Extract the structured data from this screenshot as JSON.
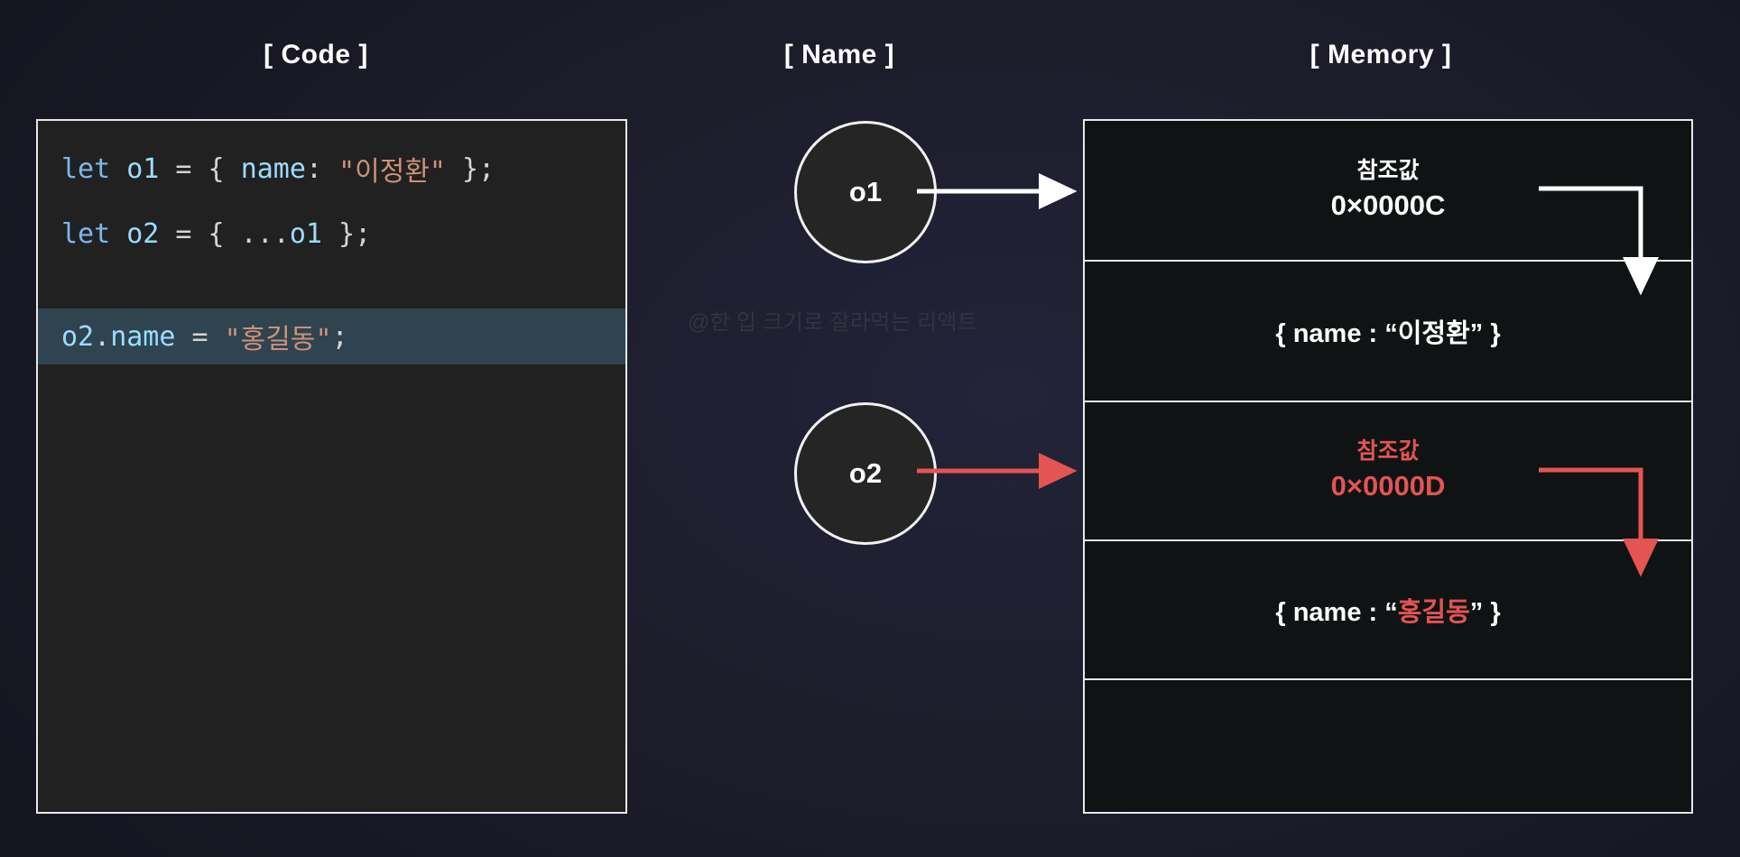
{
  "columns": {
    "code_title": "[ Code ]",
    "name_title": "[ Name ]",
    "memory_title": "[ Memory ]"
  },
  "code": {
    "lines": [
      {
        "id": "line-declare-o1",
        "highlighted": false,
        "tokens": [
          {
            "t": "let",
            "c": "kw"
          },
          {
            "t": " ",
            "c": "punc"
          },
          {
            "t": "o1",
            "c": "var"
          },
          {
            "t": " = { ",
            "c": "punc"
          },
          {
            "t": "name",
            "c": "prop"
          },
          {
            "t": ": ",
            "c": "punc"
          },
          {
            "t": "\"이정환\"",
            "c": "str"
          },
          {
            "t": " };",
            "c": "punc"
          }
        ],
        "plain": "let o1 = { name: \"이정환\" };"
      },
      {
        "id": "line-declare-o2",
        "highlighted": false,
        "tokens": [
          {
            "t": "let",
            "c": "kw"
          },
          {
            "t": " ",
            "c": "punc"
          },
          {
            "t": "o2",
            "c": "var"
          },
          {
            "t": " = { ...",
            "c": "punc"
          },
          {
            "t": "o1",
            "c": "var"
          },
          {
            "t": " };",
            "c": "punc"
          }
        ],
        "plain": "let o2 = { ...o1 };"
      },
      {
        "id": "line-assign-o2-name",
        "highlighted": true,
        "tokens": [
          {
            "t": "o2",
            "c": "var"
          },
          {
            "t": ".",
            "c": "punc"
          },
          {
            "t": "name",
            "c": "prop"
          },
          {
            "t": " = ",
            "c": "punc"
          },
          {
            "t": "\"홍길동\"",
            "c": "str"
          },
          {
            "t": ";",
            "c": "punc"
          }
        ],
        "plain": "o2.name = \"홍길동\";"
      }
    ]
  },
  "names": {
    "o1_label": "o1",
    "o2_label": "o2"
  },
  "watermark": "@한 입 크기로 잘라먹는 리액트",
  "memory": {
    "rows": [
      {
        "id": "mem-ref-o1",
        "label": "참조값",
        "address": "0×0000C",
        "object": "",
        "accent": false
      },
      {
        "id": "mem-obj-o1",
        "label": "",
        "address": "",
        "object_prefix": "{ name : “",
        "object_value": "이정환",
        "object_suffix": "” }",
        "accent": false
      },
      {
        "id": "mem-ref-o2",
        "label": "참조값",
        "address": "0×0000D",
        "object": "",
        "accent": true
      },
      {
        "id": "mem-obj-o2",
        "label": "",
        "address": "",
        "object_prefix": "{ name : “",
        "object_value": "홍길동",
        "object_suffix": "” }",
        "accent": true
      },
      {
        "id": "mem-empty",
        "label": "",
        "address": "",
        "object": "",
        "accent": false
      }
    ]
  },
  "colors": {
    "background": "#1d1d2c",
    "panel_border": "#e8e8ea",
    "code_background": "#212121",
    "code_highlight": "#2f4450",
    "accent_red": "#e35452",
    "white_arrow": "#ffffff",
    "keyword_blue": "#7cb7f0",
    "property_blue": "#9cdcfe",
    "string_peach": "#ce9178",
    "watermark_gray": "#33333f"
  },
  "arrows": [
    {
      "id": "arrow-o1-to-memory",
      "color": "#ffffff",
      "kind": "straight-right"
    },
    {
      "id": "arrow-o2-to-memory",
      "color": "#e35452",
      "kind": "straight-right"
    },
    {
      "id": "arrow-ref-o1-elbow",
      "color": "#ffffff",
      "kind": "elbow-down"
    },
    {
      "id": "arrow-ref-o2-elbow",
      "color": "#e35452",
      "kind": "elbow-down"
    }
  ]
}
